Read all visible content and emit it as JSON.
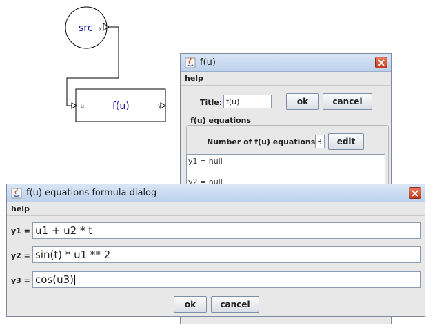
{
  "diagram": {
    "src_block": {
      "label": "src",
      "out_port": "y"
    },
    "fu_block": {
      "label": "f(u)",
      "in_port": "u",
      "out_port": "y"
    }
  },
  "fu_dialog": {
    "title": "f(u)",
    "menu_help": "help",
    "title_label": "Title:",
    "title_value": "f(u)",
    "ok": "ok",
    "cancel": "cancel",
    "section_label": "f(u)  equations",
    "num_label": "Number  of  f(u)  equations:",
    "num_value": "3",
    "edit": "edit",
    "lines": [
      "y1 = null",
      "y2 = null"
    ]
  },
  "formula_dialog": {
    "title": "f(u)  equations formula dialog",
    "menu_help": "help",
    "rows": [
      {
        "label": "y1 =",
        "value": "u1 + u2 * t"
      },
      {
        "label": "y2 =",
        "value": "sin(t) * u1 ** 2"
      },
      {
        "label": "y3 =",
        "value": "cos(u3)"
      }
    ],
    "ok": "ok",
    "cancel": "cancel"
  },
  "colors": {
    "block_label": "#1a1aa8",
    "close_button": "#c8391b",
    "titlebar": "#bcd1ec"
  }
}
